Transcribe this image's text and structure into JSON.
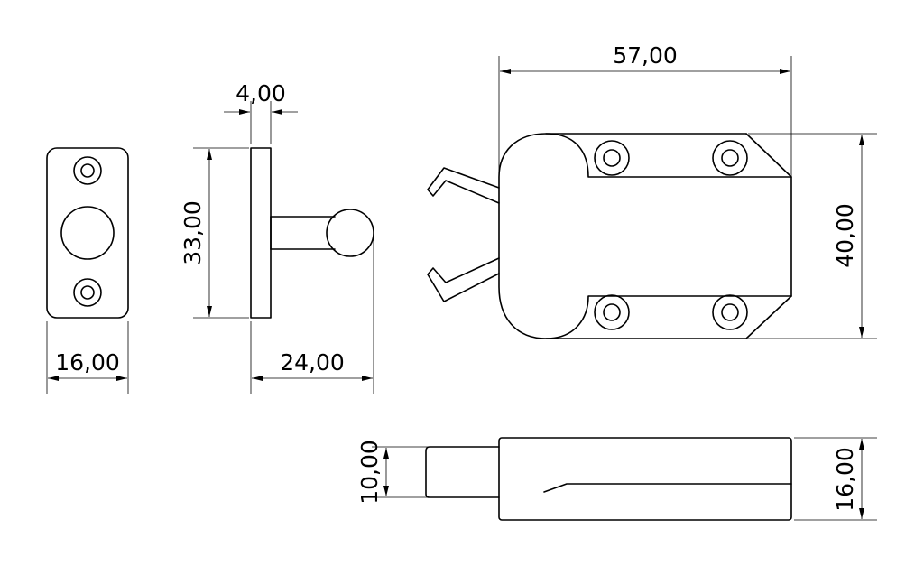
{
  "dimensions": {
    "strike_width": "16,00",
    "plate_thickness": "4,00",
    "strike_height": "33,00",
    "strike_depth": "24,00",
    "latch_length": "57,00",
    "latch_height": "40,00",
    "plunger_height": "10,00",
    "latch_thickness": "16,00"
  }
}
